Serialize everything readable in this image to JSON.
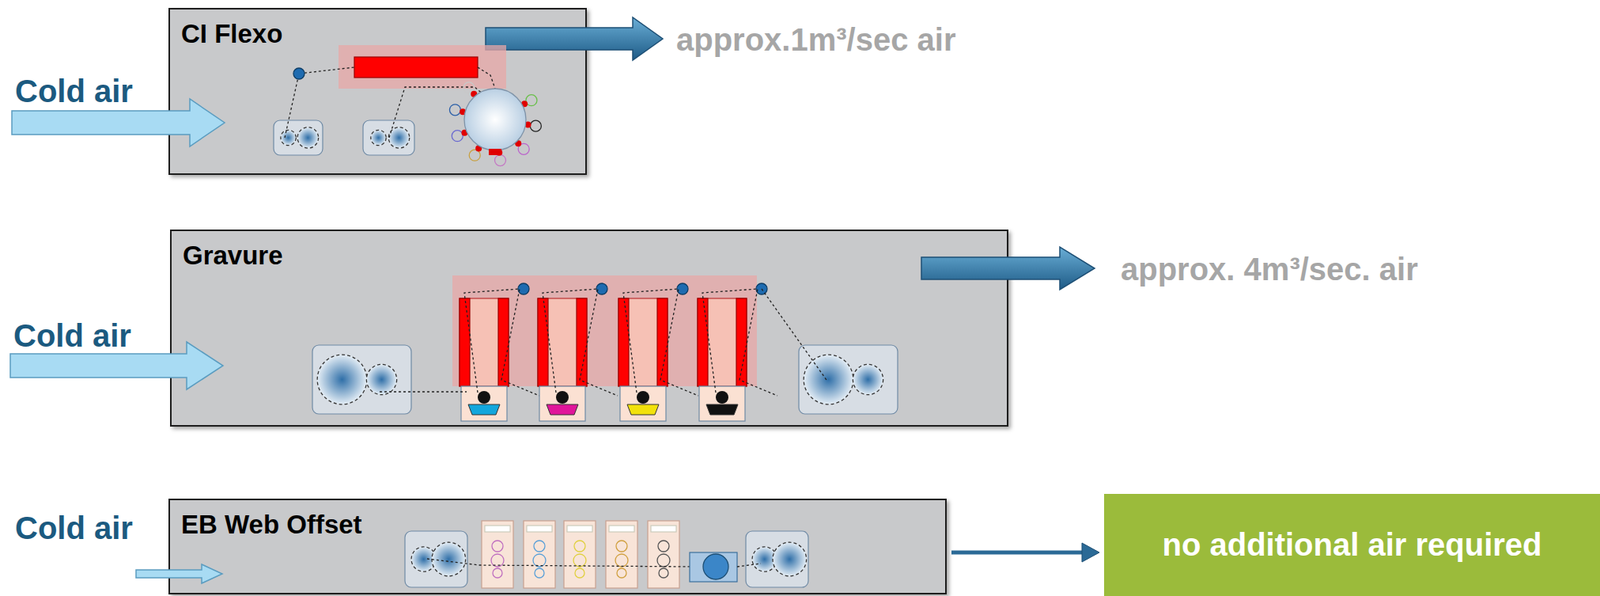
{
  "diagram": {
    "nodes": [
      {
        "text": [
          "CI Flexo"
        ]
      },
      {
        "text": [
          "Gravure"
        ]
      },
      {
        "text": [
          "EB Web Offset"
        ]
      },
      {
        "text": [
          "no additional air required"
        ]
      }
    ],
    "edges": [
      {
        "from": 2,
        "to": 3,
        "arrow": "to"
      }
    ],
    "labels": [
      "Cold air",
      "approx.1m³/sec air",
      "Cold air",
      "approx. 4m³/sec. air",
      "Cold air"
    ]
  }
}
